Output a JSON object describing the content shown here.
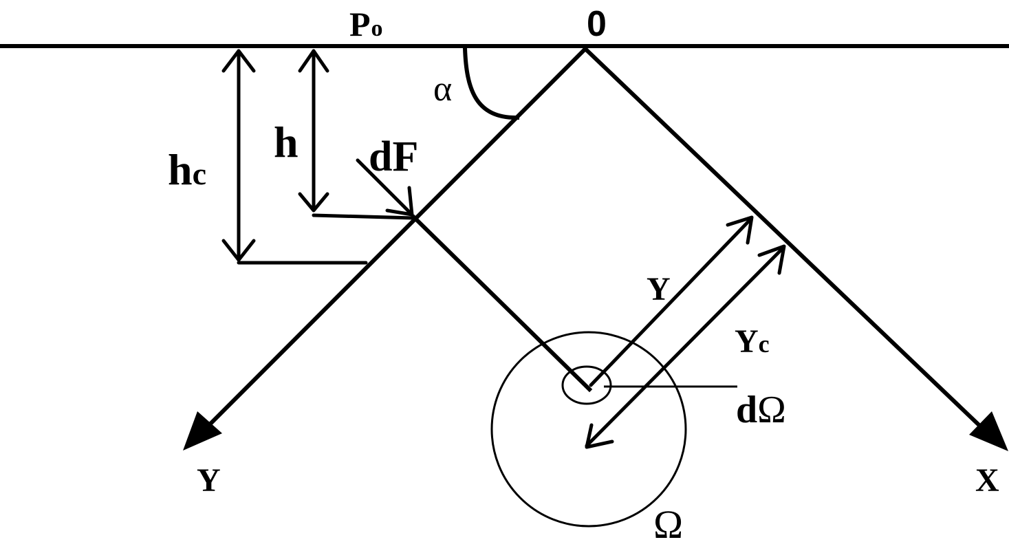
{
  "labels": {
    "p0_main": "P",
    "p0_sub": "o",
    "origin": "0",
    "alpha": "α",
    "h": "h",
    "hc_main": "h",
    "hc_sub": "c",
    "dF": "dF",
    "y_inner": "Y",
    "yc_main": "Y",
    "yc_sub": "c",
    "d_omega_d": "d",
    "d_omega_omega": "Ω",
    "omega": "Ω",
    "y_axis": "Y",
    "x_axis": "X"
  },
  "colors": {
    "ink": "#000000",
    "background": "#ffffff"
  }
}
